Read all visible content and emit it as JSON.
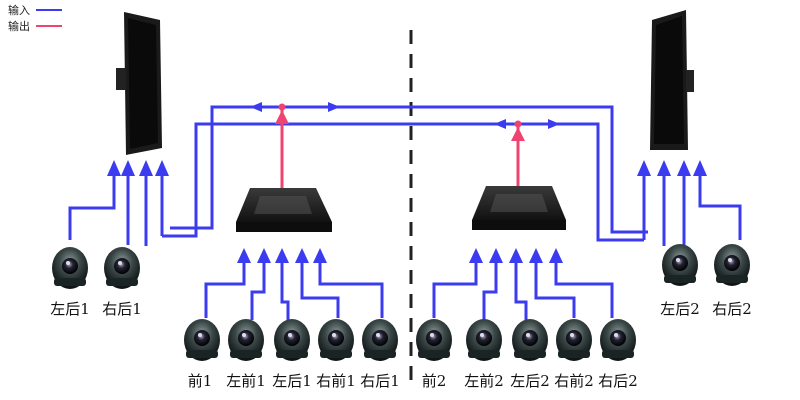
{
  "legend": {
    "input": "输入",
    "output": "输出"
  },
  "colors": {
    "input": "#3b3bf0",
    "output": "#f04470",
    "divider": "#222222"
  },
  "side_cameras": {
    "left_rear_1": "左后1",
    "right_rear_1": "右后1",
    "left_rear_2": "左后2",
    "right_rear_2": "右后2"
  },
  "bottom_cameras_1": [
    "前1",
    "左前1",
    "左后1",
    "右前1",
    "右后1"
  ],
  "bottom_cameras_2": [
    "前2",
    "左前2",
    "左后2",
    "右前2",
    "右后2"
  ],
  "icons": {
    "monitor": "monitor-icon",
    "controller": "controller-box-icon",
    "camera": "camera-icon"
  }
}
